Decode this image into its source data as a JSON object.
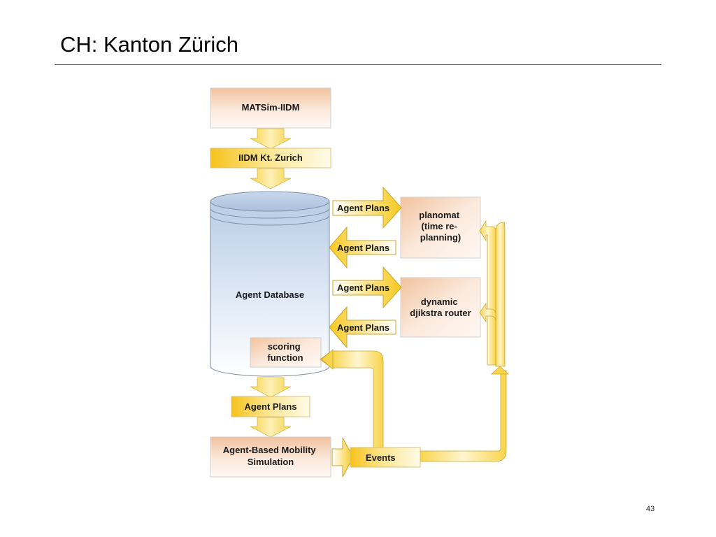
{
  "slide": {
    "title": "CH: Kanton Zürich",
    "page_number": "43"
  },
  "diagram": {
    "matsim_iidm": "MATSim-IIDM",
    "iidm_zurich": "IIDM Kt. Zurich",
    "agent_database": "Agent Database",
    "scoring_function": [
      "scoring",
      "function"
    ],
    "planomat": [
      "planomat",
      "(time re-",
      "planning)"
    ],
    "router": [
      "dynamic",
      "djikstra router"
    ],
    "agent_plans_out_1": "Agent Plans",
    "agent_plans_in_1": "Agent Plans",
    "agent_plans_out_2": "Agent Plans",
    "agent_plans_in_2": "Agent Plans",
    "agent_plans_main": "Agent Plans",
    "simulation": [
      "Agent-Based Mobility",
      "Simulation"
    ],
    "events": "Events"
  },
  "colors": {
    "box_fill_light": "#f7e3d2",
    "box_fill_dark": "#f2c9a8",
    "label_fill_yellow": "#f9d24a",
    "arrow_yellow": "#f6cf3b",
    "db_blue": "#c6d6ea"
  }
}
